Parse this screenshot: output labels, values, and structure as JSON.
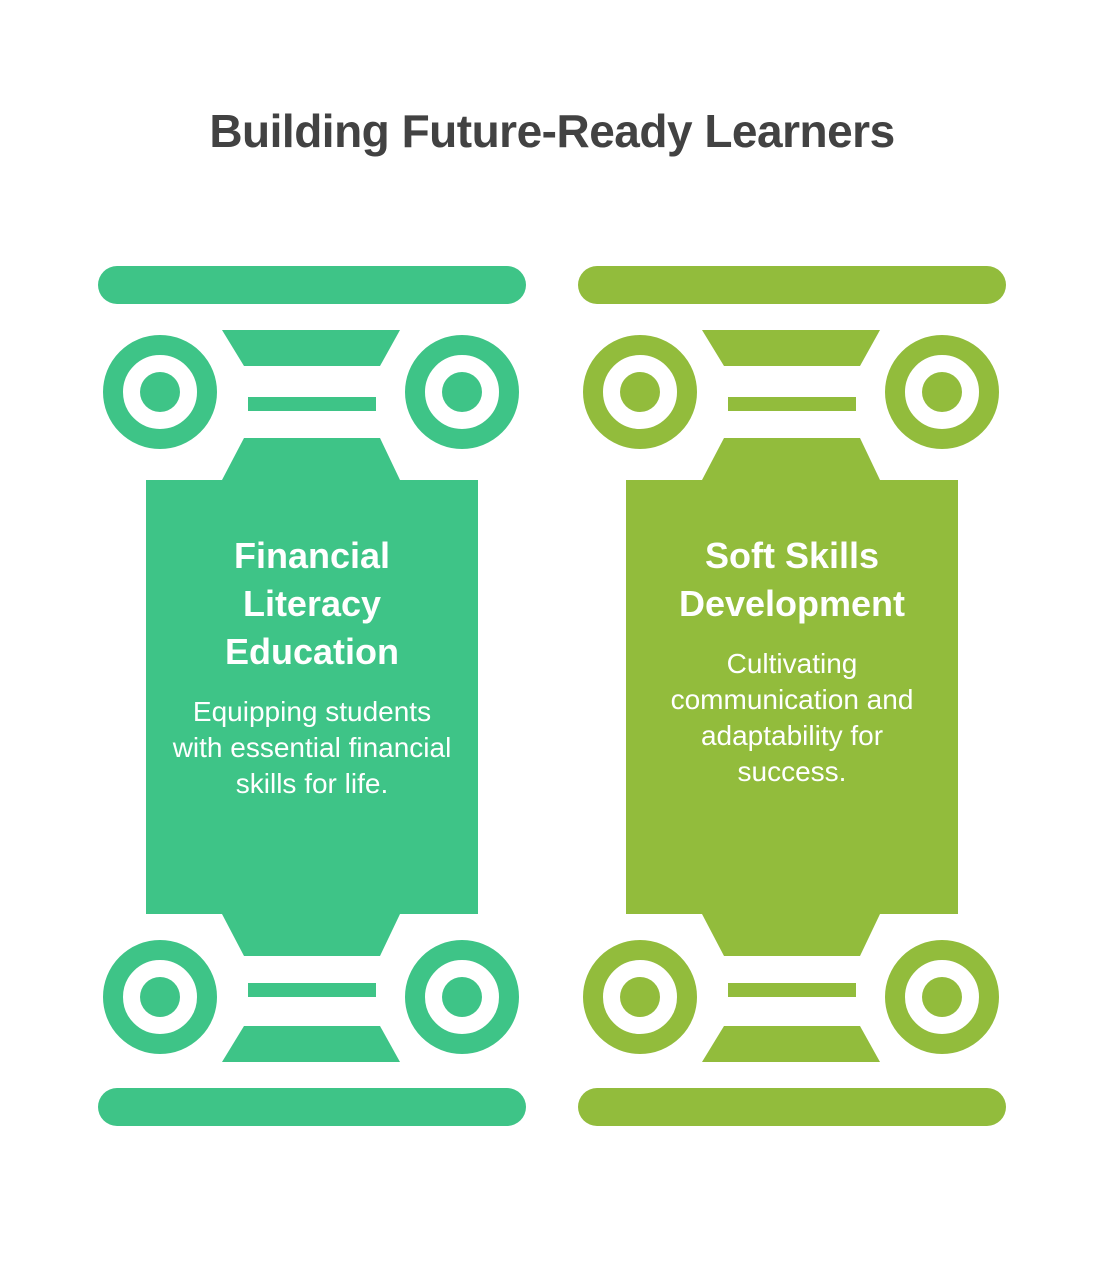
{
  "title": "Building Future-Ready Learners",
  "pillars": [
    {
      "heading": "Financial Literacy Education",
      "description": "Equipping students with essential financial skills for life.",
      "color": "#3EC487"
    },
    {
      "heading": "Soft Skills Development",
      "description": "Cultivating communication and adaptability for success.",
      "color": "#92BC3C"
    }
  ]
}
